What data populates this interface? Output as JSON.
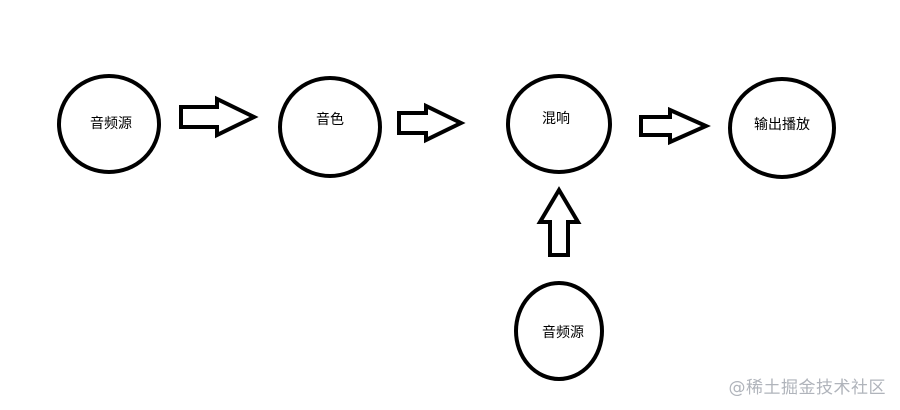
{
  "nodes": [
    {
      "id": "source-1",
      "label": "音频源"
    },
    {
      "id": "timbre",
      "label": "音色"
    },
    {
      "id": "reverb",
      "label": "混响"
    },
    {
      "id": "output",
      "label": "输出播放"
    },
    {
      "id": "source-2",
      "label": "音频源"
    }
  ],
  "edges": [
    {
      "from": "source-1",
      "to": "timbre"
    },
    {
      "from": "timbre",
      "to": "reverb"
    },
    {
      "from": "reverb",
      "to": "output"
    },
    {
      "from": "source-2",
      "to": "reverb"
    }
  ],
  "watermark": "@稀土掘金技术社区",
  "colors": {
    "stroke": "#000000",
    "fill": "#ffffff",
    "watermark": "#b0b4bb"
  }
}
